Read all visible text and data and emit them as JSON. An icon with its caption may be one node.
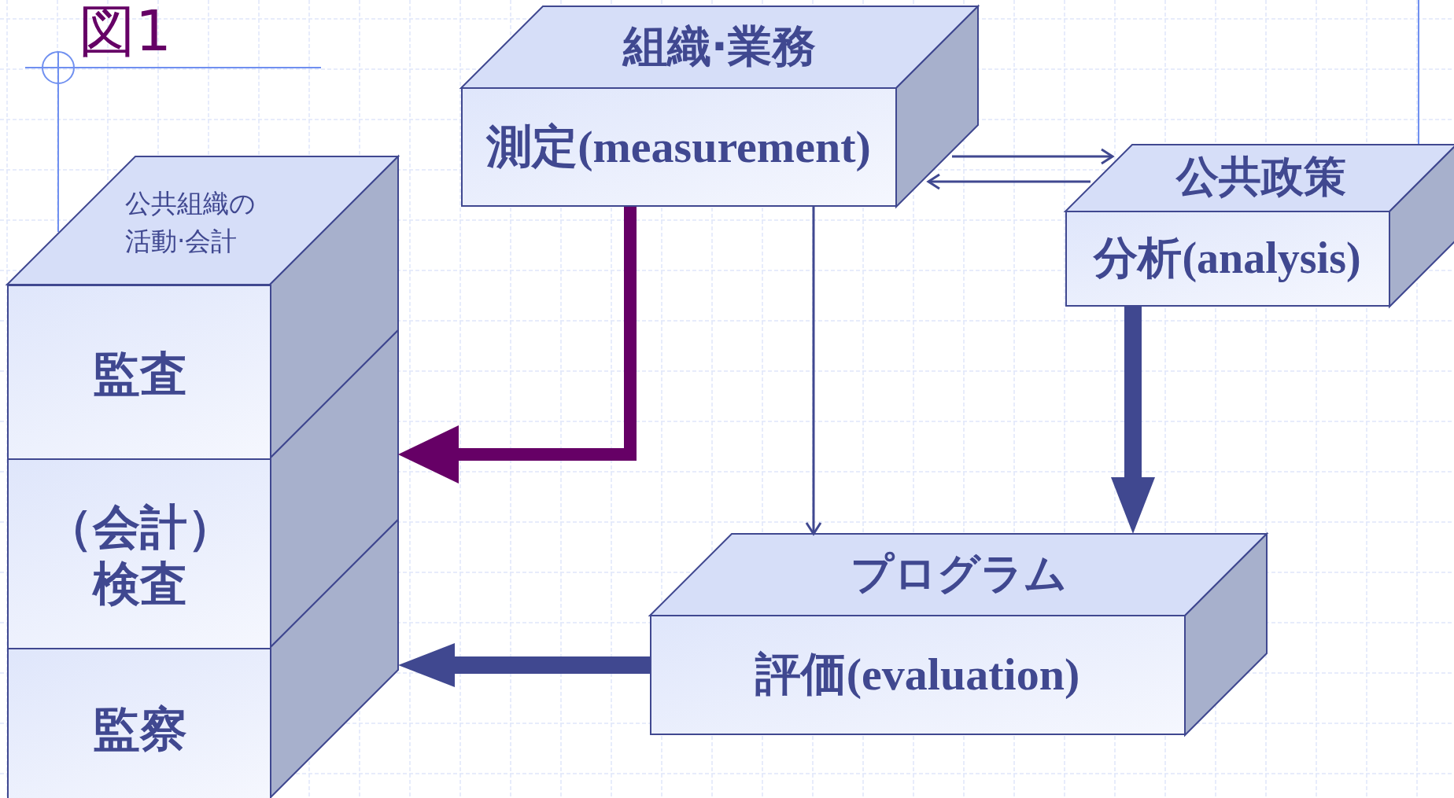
{
  "diagram": {
    "title": "図1",
    "nodes": [
      {
        "text": [
          "組織·業務",
          "測定(measurement)"
        ]
      },
      {
        "text": [
          "公共政策",
          "分析(analysis)"
        ]
      },
      {
        "text": [
          "公共組織の活動·会計"
        ]
      },
      {
        "text": [
          "監査"
        ],
        "in": 2
      },
      {
        "text": [
          "（会計）検査"
        ],
        "in": 2
      },
      {
        "text": [
          "監察"
        ],
        "in": 2
      },
      {
        "text": [
          "プログラム",
          "評価(evaluation)"
        ]
      }
    ],
    "edges": [
      {
        "from": 0,
        "to": 2,
        "arrow": "to",
        "style": "thick",
        "color": "#660066"
      },
      {
        "from": 0,
        "to": 6,
        "arrow": "to"
      },
      {
        "from": 0,
        "to": 1,
        "arrow": "to"
      },
      {
        "from": 1,
        "to": 0,
        "arrow": "to"
      },
      {
        "from": 1,
        "to": 6,
        "arrow": "to",
        "style": "thick"
      },
      {
        "from": 6,
        "to": 2,
        "arrow": "to",
        "style": "thick"
      }
    ]
  }
}
